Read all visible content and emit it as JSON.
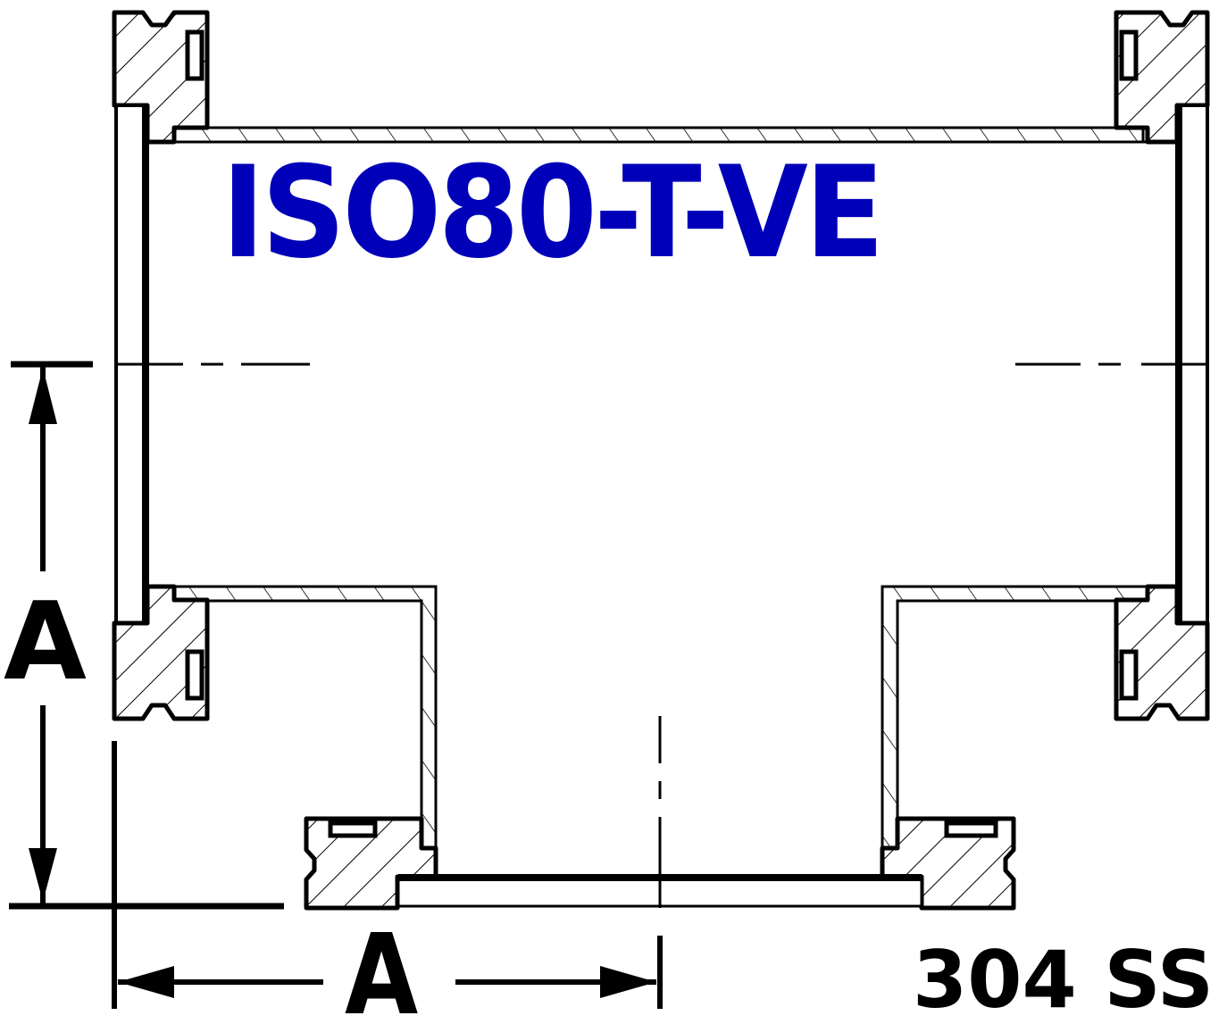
{
  "drawing": {
    "part_number": "ISO80-T-VE",
    "material": "304 SS",
    "title_color": "#0000B8",
    "line_color": "#000000",
    "dimensions": {
      "vertical_label": "A",
      "horizontal_label": "A"
    },
    "components": [
      "left-flange-iso80",
      "right-flange-iso80",
      "bottom-flange-iso80",
      "main-tube",
      "branch-tube",
      "horizontal-centerline",
      "vertical-centerline"
    ]
  }
}
